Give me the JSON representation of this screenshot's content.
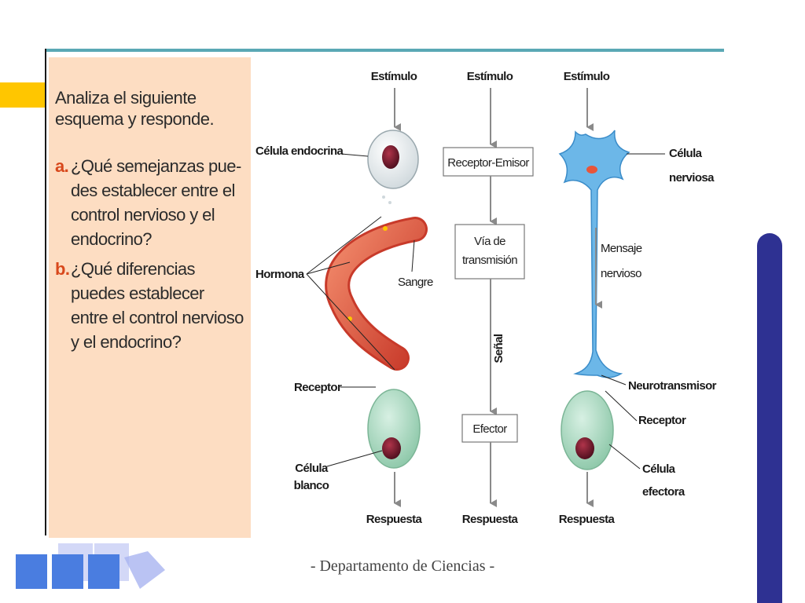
{
  "intro": "Analiza el siguiente esquema y responde.",
  "questions": [
    {
      "letter": "a.",
      "text": "¿Qué semejanzas pue-des establecer entre el control nervioso y el endocrino?"
    },
    {
      "letter": "b.",
      "text": "¿Qué diferencias puedes establecer entre el control nervioso y el endocrino?"
    }
  ],
  "diagram": {
    "endocrine": {
      "stimulus": "Estímulo",
      "cell": "Célula endocrina",
      "hormone": "Hormona",
      "blood": "Sangre",
      "receptor": "Receptor",
      "target_cell_1": "Célula",
      "target_cell_2": "blanco",
      "response": "Respuesta"
    },
    "general": {
      "stimulus": "Estímulo",
      "box1": "Receptor-Emisor",
      "box2_1": "Vía de",
      "box2_2": "transmisión",
      "signal": "Señal",
      "box3": "Efector",
      "response": "Respuesta"
    },
    "nervous": {
      "stimulus": "Estímulo",
      "cell_1": "Célula",
      "cell_2": "nerviosa",
      "message_1": "Mensaje",
      "message_2": "nervioso",
      "neurotransmitter": "Neurotransmisor",
      "receptor": "Receptor",
      "effector_1": "Célula",
      "effector_2": "efectora",
      "response": "Respuesta"
    }
  },
  "footer": "- Departamento de Ciencias -",
  "colors": {
    "panel": "#FDDDC2",
    "accent_yellow": "#FFC600",
    "accent_navy": "#2E3192",
    "letter_orange": "#D8481C",
    "neuron_blue": "#4FA8E0",
    "target_cell_green": "#A8D8BF",
    "blood_vessel_red": "#E85D44"
  }
}
